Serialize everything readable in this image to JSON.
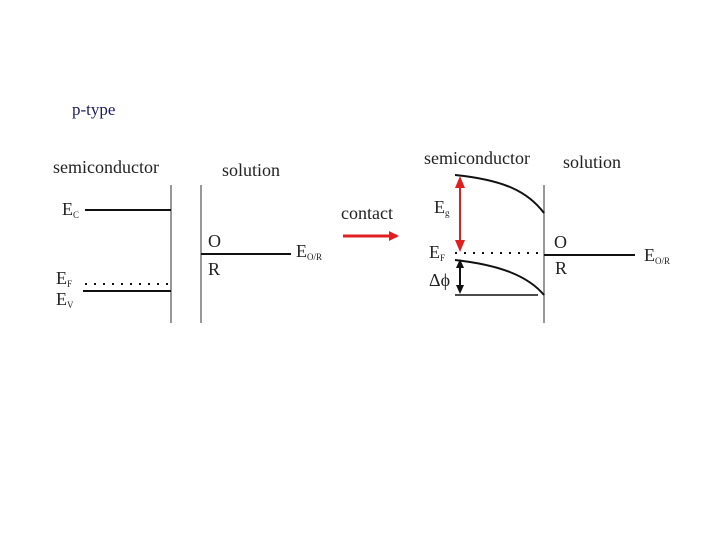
{
  "slide_title": "p-type",
  "left_diagram": {
    "semiconductor_label": "semiconductor",
    "solution_label": "solution",
    "ec_main": "E",
    "ec_sub": "C",
    "ef_main": "E",
    "ef_sub": "F",
    "ev_main": "E",
    "ev_sub": "V",
    "oxidized_label": "O",
    "reduced_label": "R",
    "eor_main": "E",
    "eor_sub": "O/R"
  },
  "arrow_label": "contact",
  "right_diagram": {
    "semiconductor_label": "semiconductor",
    "solution_label": "solution",
    "eg_main": "E",
    "eg_sub": "g",
    "ef_main": "E",
    "ef_sub": "F",
    "delta_phi": "Δϕ",
    "oxidized_label": "O",
    "reduced_label": "R",
    "eor_main": "E",
    "eor_sub": "O/R"
  },
  "colors": {
    "arrow": "#e02020",
    "band_gap_arrow": "#e02020",
    "lines": "#111111",
    "interface": "#666666",
    "title": "#1a1a66"
  }
}
